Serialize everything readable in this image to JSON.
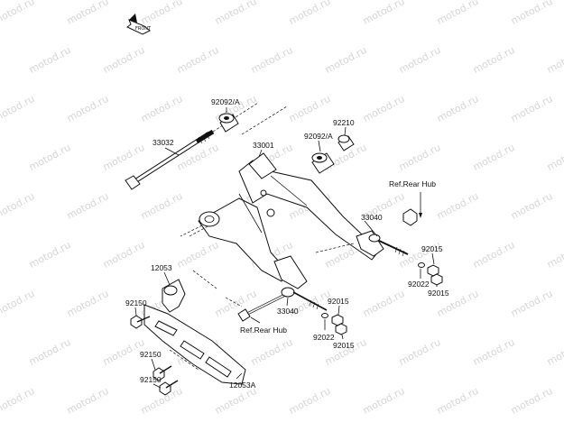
{
  "watermark": "motod.ru",
  "callouts": {
    "p33032": "33032",
    "p92092a_top": "92092/A",
    "p33001": "33001",
    "p92092a_mid": "92092/A",
    "p92210": "92210",
    "ref_hub_right": "Ref.Rear Hub",
    "p33040_right": "33040",
    "p92015_r1": "92015",
    "p92022_right": "92022",
    "p92015_r2": "92015",
    "p12053": "12053",
    "p92150_a": "92150",
    "p33040_mid": "33040",
    "p92015_m1": "92015",
    "ref_hub_left": "Ref.Rear Hub",
    "p92022_mid": "92022",
    "p92015_m2": "92015",
    "p92150_b": "92150",
    "p92150_c": "92150",
    "p12053a": "12053A"
  }
}
